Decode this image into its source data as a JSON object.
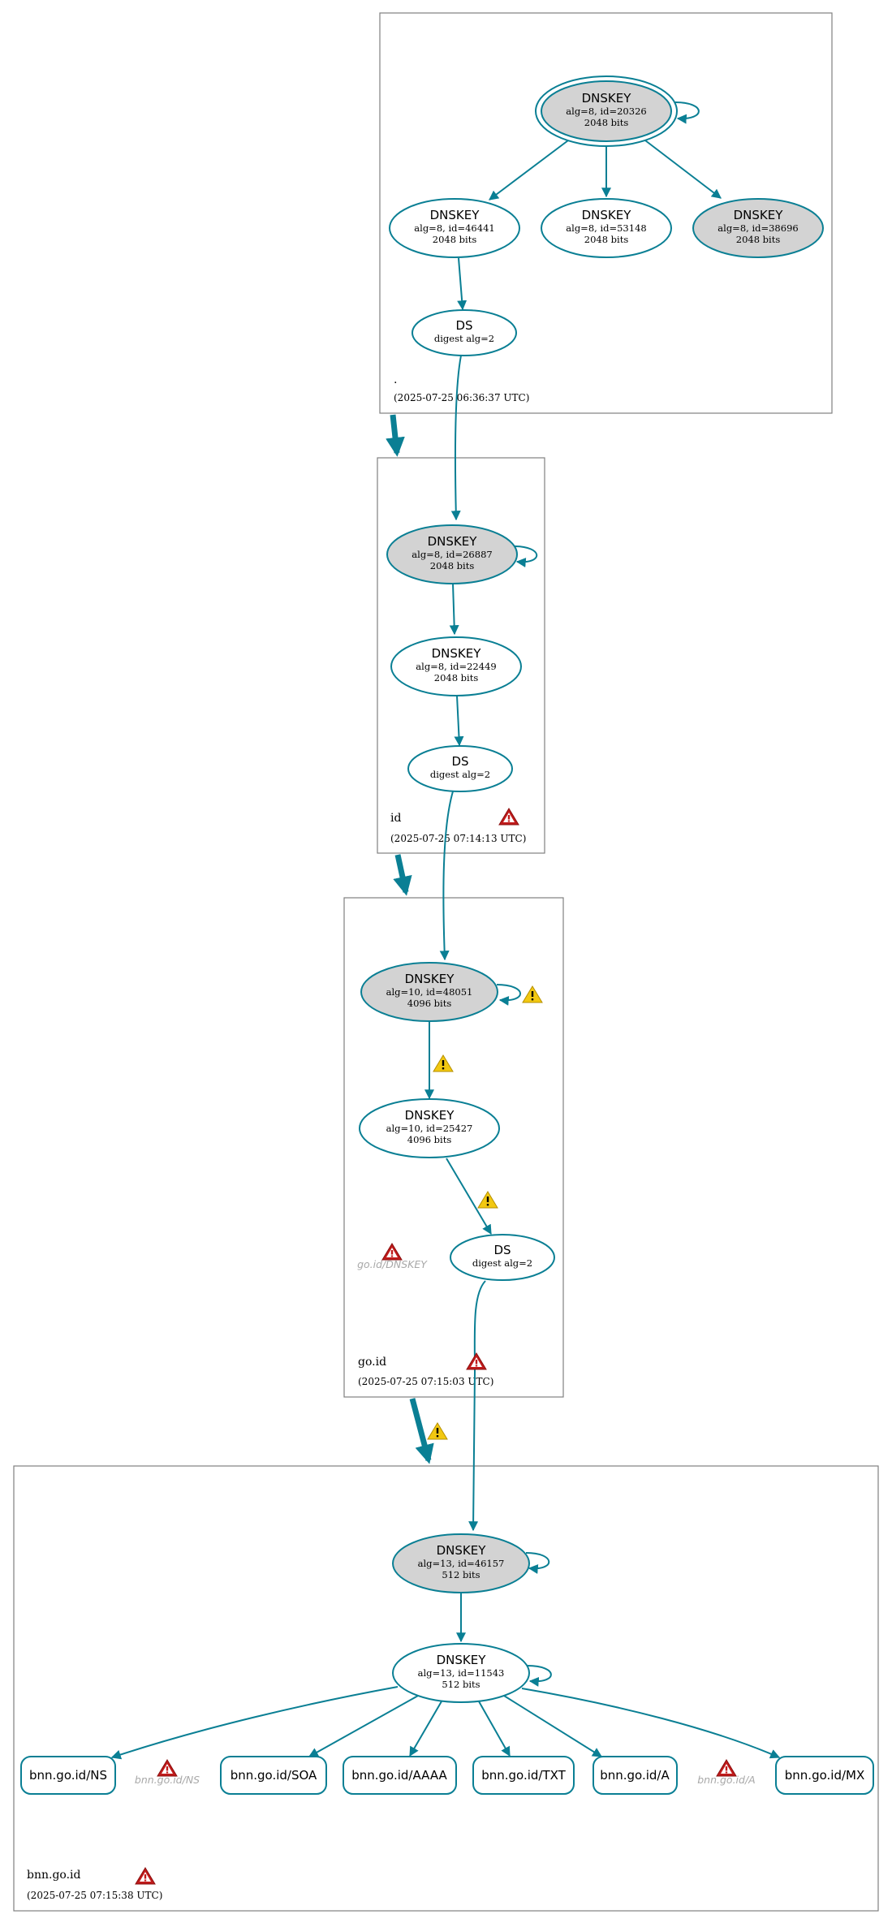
{
  "colors": {
    "edge": "#0a7f94",
    "node_fill_secure_entry": "#d3d3d3",
    "node_fill_plain": "#ffffff",
    "zone_border": "#808080",
    "error_icon": "#c01a1a",
    "warning_icon": "#f2c811"
  },
  "zones": [
    {
      "key": "root",
      "name": ".",
      "timestamp": "(2025-07-25 06:36:37 UTC)"
    },
    {
      "key": "id",
      "name": "id",
      "timestamp": "(2025-07-25 07:14:13 UTC)"
    },
    {
      "key": "goid",
      "name": "go.id",
      "timestamp": "(2025-07-25 07:15:03 UTC)"
    },
    {
      "key": "bnn",
      "name": "bnn.go.id",
      "timestamp": "(2025-07-25 07:15:38 UTC)"
    }
  ],
  "nodes": [
    {
      "key": "root_ksk",
      "title": "DNSKEY",
      "lines": [
        "alg=8, id=20326",
        "2048 bits"
      ]
    },
    {
      "key": "root_zsk1",
      "title": "DNSKEY",
      "lines": [
        "alg=8, id=46441",
        "2048 bits"
      ]
    },
    {
      "key": "root_zsk2",
      "title": "DNSKEY",
      "lines": [
        "alg=8, id=53148",
        "2048 bits"
      ]
    },
    {
      "key": "root_ksk2",
      "title": "DNSKEY",
      "lines": [
        "alg=8, id=38696",
        "2048 bits"
      ]
    },
    {
      "key": "root_ds",
      "title": "DS",
      "lines": [
        "digest alg=2"
      ]
    },
    {
      "key": "id_ksk",
      "title": "DNSKEY",
      "lines": [
        "alg=8, id=26887",
        "2048 bits"
      ]
    },
    {
      "key": "id_zsk",
      "title": "DNSKEY",
      "lines": [
        "alg=8, id=22449",
        "2048 bits"
      ]
    },
    {
      "key": "id_ds",
      "title": "DS",
      "lines": [
        "digest alg=2"
      ]
    },
    {
      "key": "goid_ksk",
      "title": "DNSKEY",
      "lines": [
        "alg=10, id=48051",
        "4096 bits"
      ]
    },
    {
      "key": "goid_zsk",
      "title": "DNSKEY",
      "lines": [
        "alg=10, id=25427",
        "4096 bits"
      ]
    },
    {
      "key": "goid_ds",
      "title": "DS",
      "lines": [
        "digest alg=2"
      ]
    },
    {
      "key": "bnn_ksk",
      "title": "DNSKEY",
      "lines": [
        "alg=13, id=46157",
        "512 bits"
      ]
    },
    {
      "key": "bnn_zsk",
      "title": "DNSKEY",
      "lines": [
        "alg=13, id=11543",
        "512 bits"
      ]
    }
  ],
  "rrsets": [
    {
      "key": "ns",
      "label": "bnn.go.id/NS"
    },
    {
      "key": "soa",
      "label": "bnn.go.id/SOA"
    },
    {
      "key": "aaaa",
      "label": "bnn.go.id/AAAA"
    },
    {
      "key": "txt",
      "label": "bnn.go.id/TXT"
    },
    {
      "key": "a",
      "label": "bnn.go.id/A"
    },
    {
      "key": "mx",
      "label": "bnn.go.id/MX"
    }
  ],
  "ghost_labels": [
    {
      "key": "goid_dnskey",
      "label": "go.id/DNSKEY"
    },
    {
      "key": "bnn_ns",
      "label": "bnn.go.id/NS"
    },
    {
      "key": "bnn_a",
      "label": "bnn.go.id/A"
    }
  ],
  "icons": [
    {
      "key": "err_id_zone",
      "type": "error-icon"
    },
    {
      "key": "warn_goid_ksk_self",
      "type": "warning-icon"
    },
    {
      "key": "warn_goid_ksk_zsk",
      "type": "warning-icon"
    },
    {
      "key": "warn_goid_zsk_ds",
      "type": "warning-icon"
    },
    {
      "key": "err_goid_dnskey",
      "type": "error-icon"
    },
    {
      "key": "err_goid_zone",
      "type": "error-icon"
    },
    {
      "key": "warn_goid_deleg",
      "type": "warning-icon"
    },
    {
      "key": "err_bnn_ns",
      "type": "error-icon"
    },
    {
      "key": "err_bnn_a",
      "type": "error-icon"
    },
    {
      "key": "err_bnn_zone",
      "type": "error-icon"
    }
  ]
}
